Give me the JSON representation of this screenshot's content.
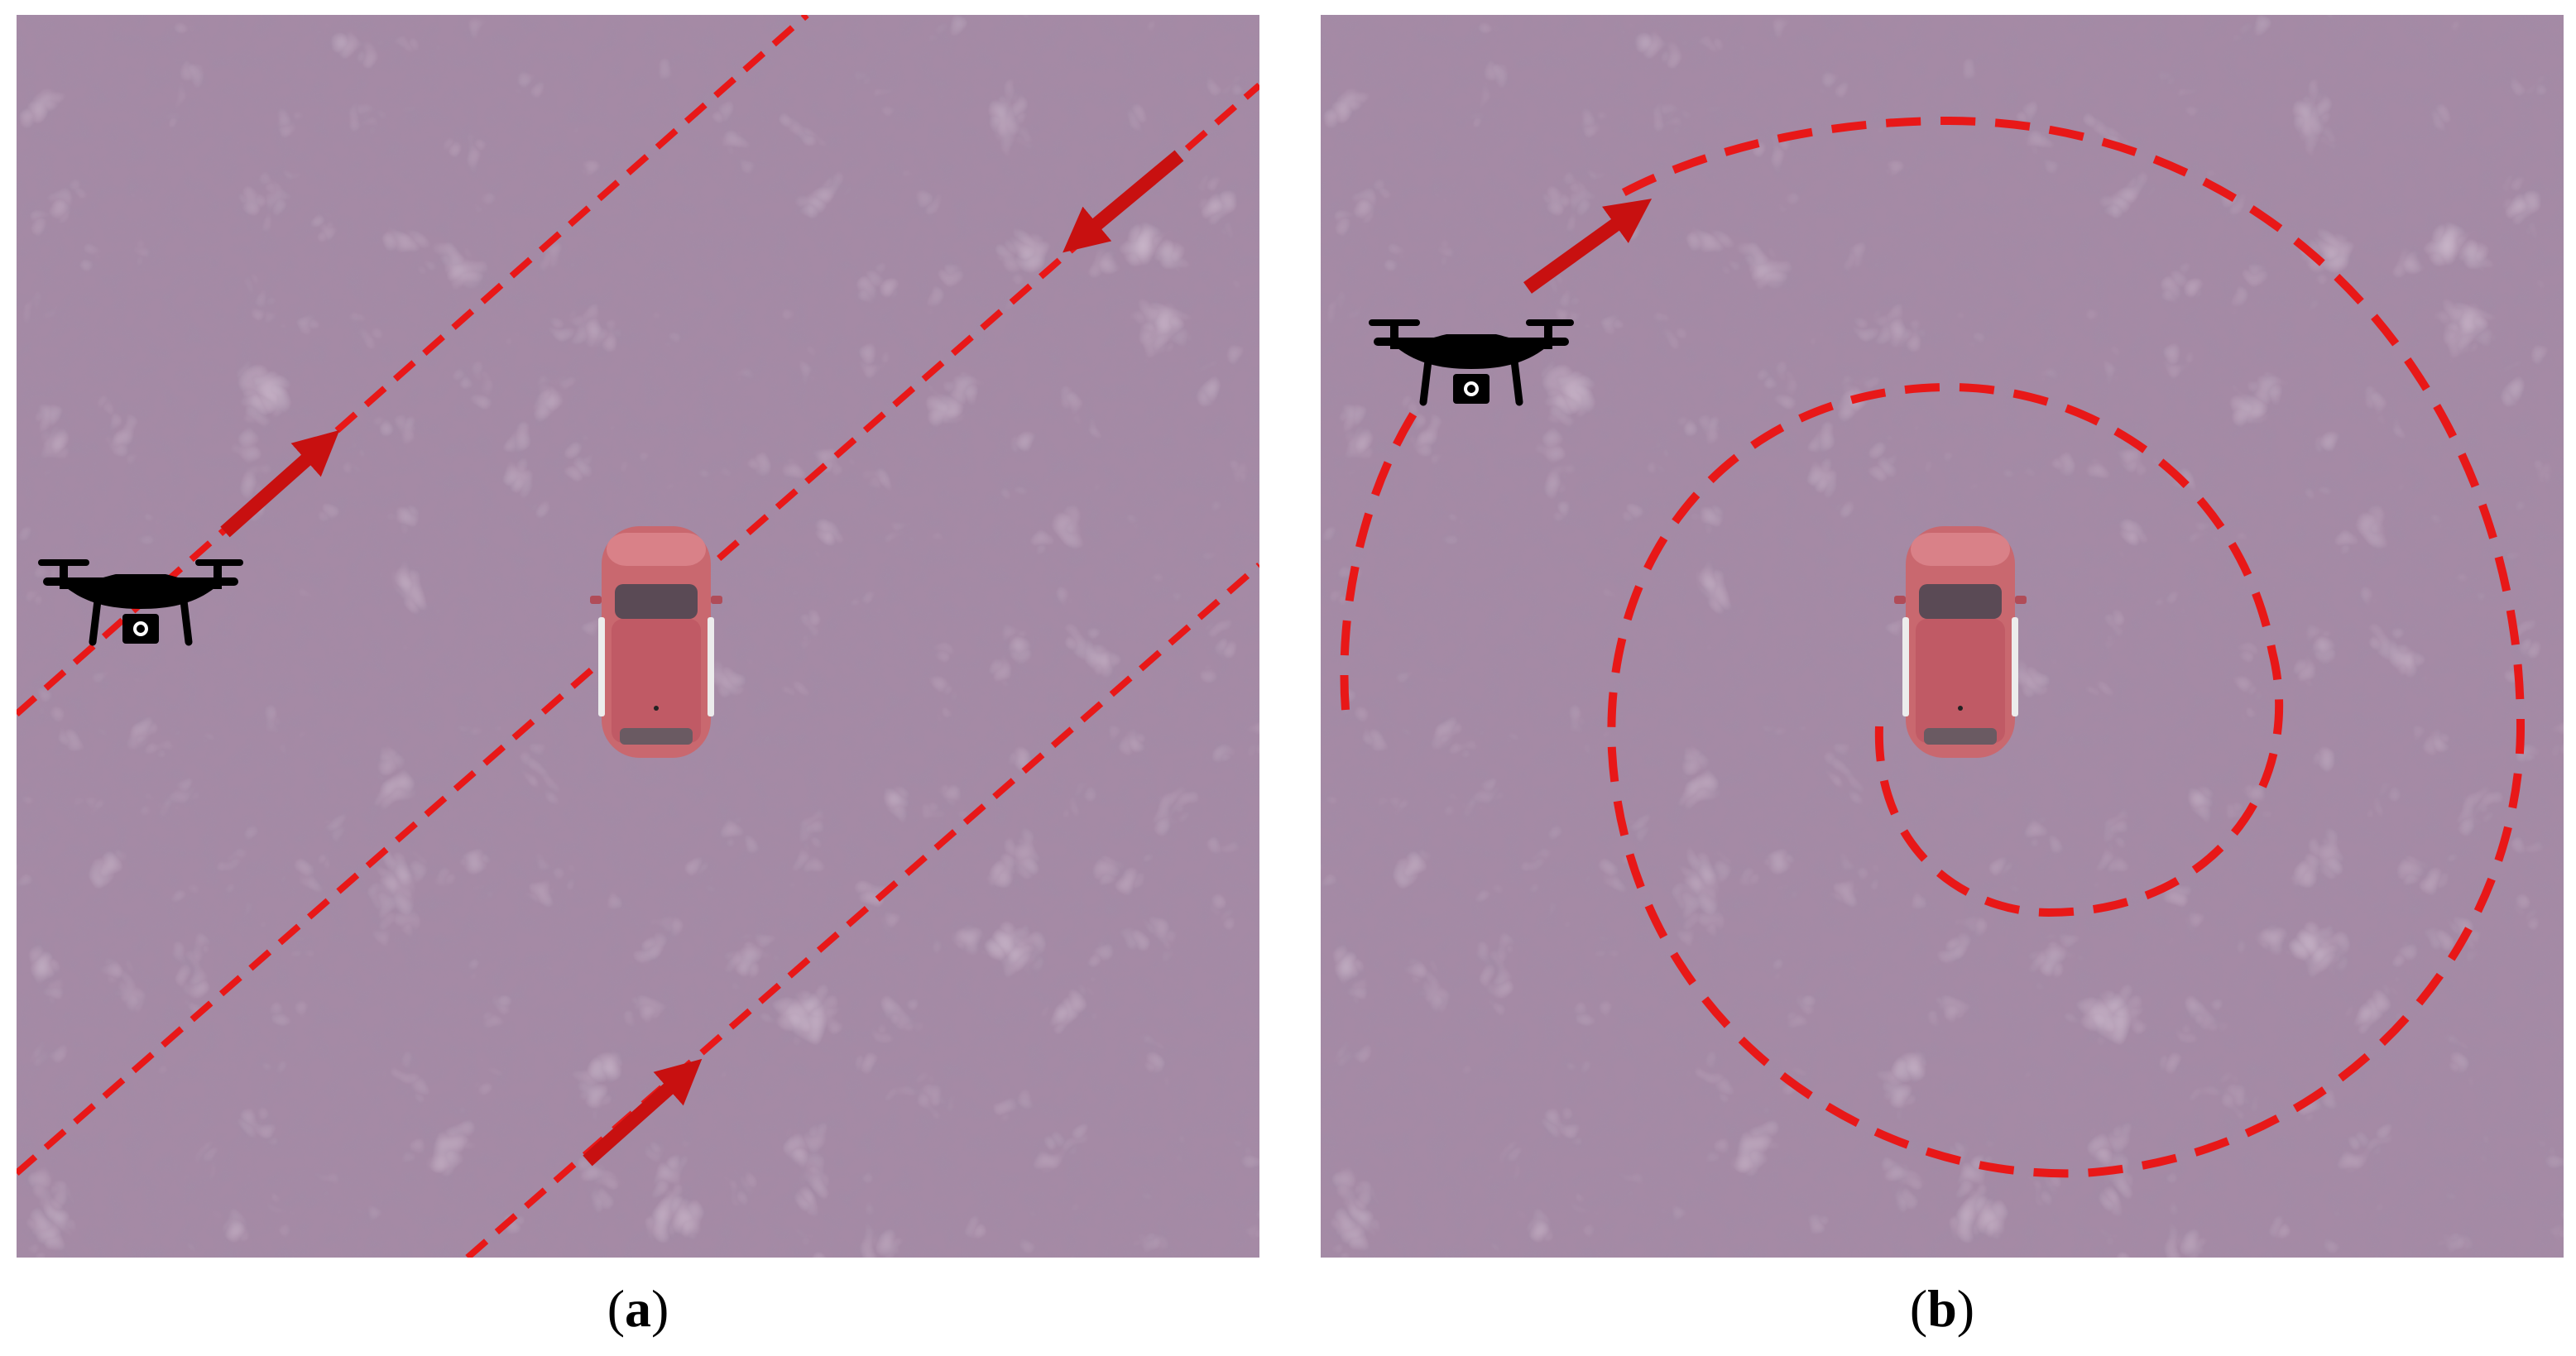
{
  "panels": [
    {
      "id": "a",
      "caption_letter": "a",
      "pattern": "parallel-sweep",
      "path_color": "#e81818",
      "arrow_color": "#c81010"
    },
    {
      "id": "b",
      "caption_letter": "b",
      "pattern": "spiral",
      "path_color": "#e81818",
      "arrow_color": "#c81010"
    }
  ],
  "colors": {
    "ground": "#a58aa5",
    "ground_dark": "#8d7290",
    "ground_light": "#b9a0b8",
    "car_body": "#c9686f",
    "car_roof": "#b85560",
    "drone": "#000000"
  },
  "icons": [
    "drone-icon",
    "car-icon",
    "arrow-icon"
  ]
}
